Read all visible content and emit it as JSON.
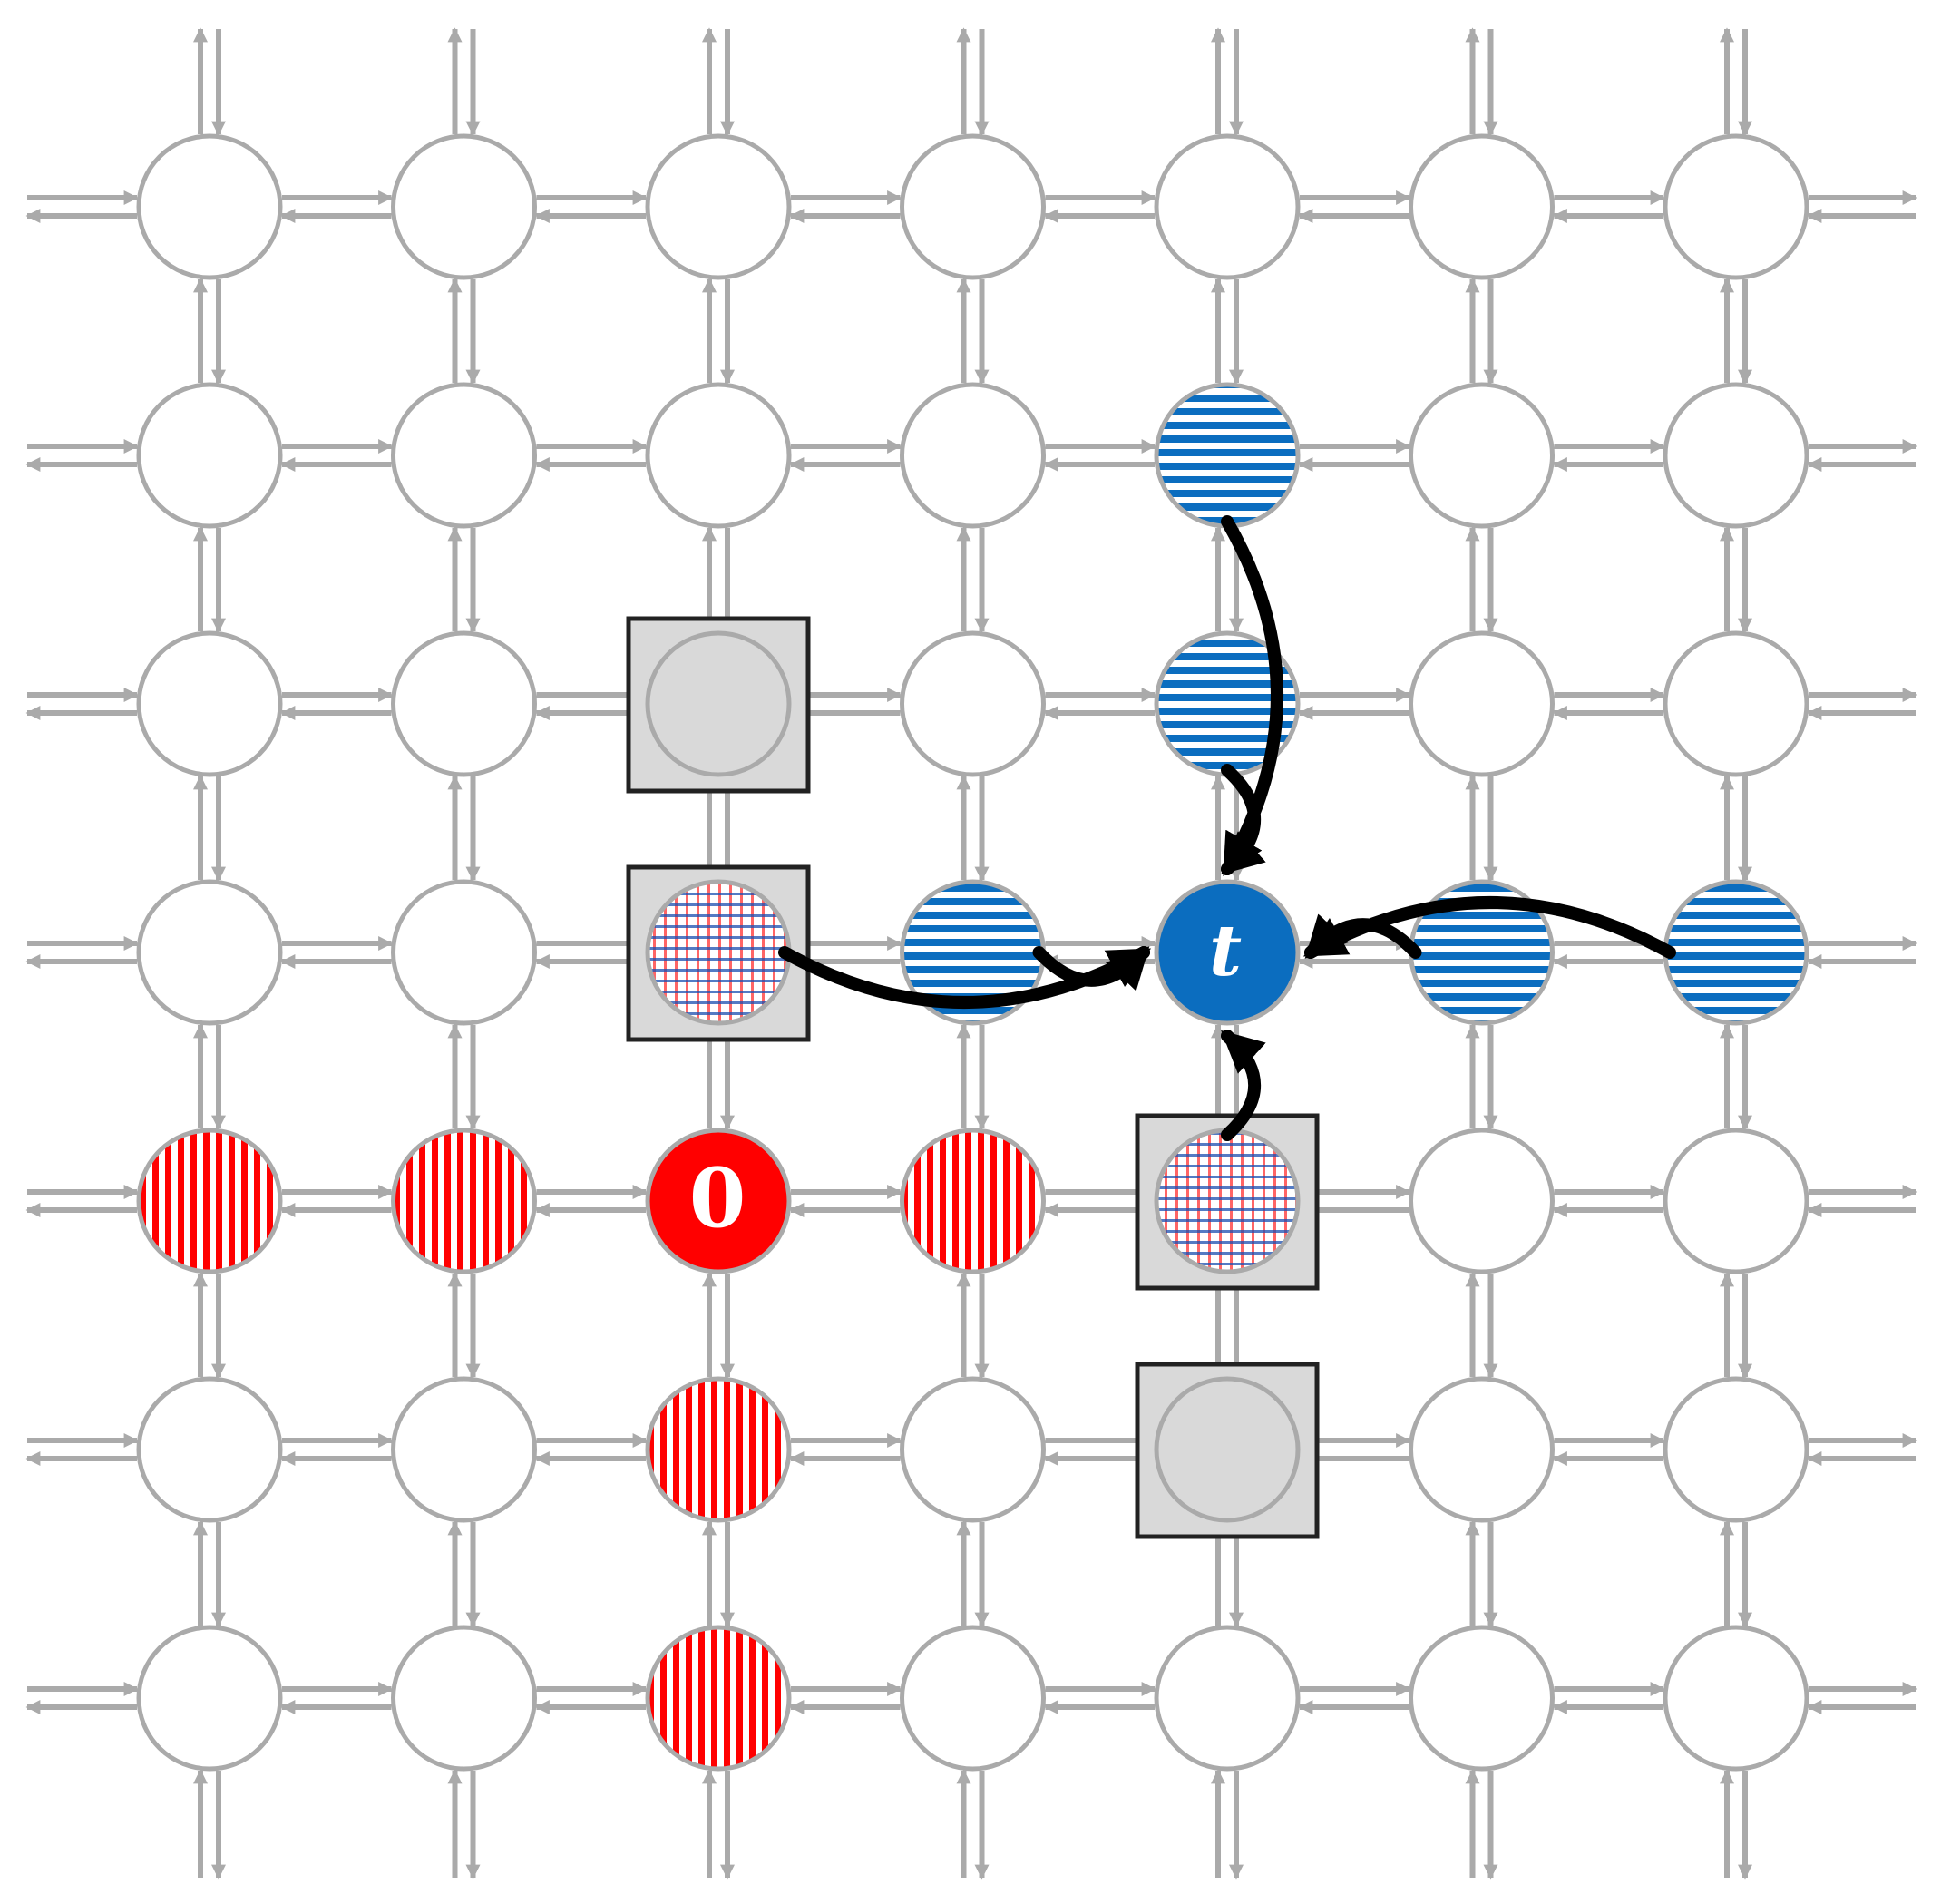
{
  "grid": {
    "rows": 7,
    "cols": 7
  },
  "colors": {
    "link": "#aaaaaa",
    "node_stroke": "#aaaaaa",
    "source_red": "#ff0000",
    "target_blue": "#0b6dbf",
    "box_fill": "#d9d9d9",
    "box_stroke": "#222222",
    "influence_arrow": "#000000"
  },
  "source": {
    "row": 4,
    "col": 2,
    "label": "0"
  },
  "target": {
    "row": 3,
    "col": 4,
    "label": "t"
  },
  "red_nodes": [
    {
      "row": 4,
      "col": 0
    },
    {
      "row": 4,
      "col": 1
    },
    {
      "row": 4,
      "col": 3
    },
    {
      "row": 5,
      "col": 2
    },
    {
      "row": 6,
      "col": 2
    }
  ],
  "blue_nodes": [
    {
      "row": 1,
      "col": 4
    },
    {
      "row": 2,
      "col": 4
    },
    {
      "row": 3,
      "col": 3
    },
    {
      "row": 3,
      "col": 5
    },
    {
      "row": 3,
      "col": 6
    }
  ],
  "checkered_nodes": [
    {
      "row": 3,
      "col": 2
    },
    {
      "row": 4,
      "col": 4
    }
  ],
  "gray_nodes": [
    {
      "row": 2,
      "col": 2
    },
    {
      "row": 5,
      "col": 4
    }
  ],
  "boxed_nodes": [
    {
      "row": 2,
      "col": 2
    },
    {
      "row": 3,
      "col": 2
    },
    {
      "row": 4,
      "col": 4
    },
    {
      "row": 5,
      "col": 4
    }
  ],
  "influence_edges": [
    {
      "from": {
        "row": 1,
        "col": 4
      },
      "to": {
        "row": 3,
        "col": 4
      }
    },
    {
      "from": {
        "row": 2,
        "col": 4
      },
      "to": {
        "row": 3,
        "col": 4
      }
    },
    {
      "from": {
        "row": 3,
        "col": 3
      },
      "to": {
        "row": 3,
        "col": 4
      }
    },
    {
      "from": {
        "row": 3,
        "col": 2
      },
      "to": {
        "row": 3,
        "col": 4
      }
    },
    {
      "from": {
        "row": 3,
        "col": 5
      },
      "to": {
        "row": 3,
        "col": 4
      }
    },
    {
      "from": {
        "row": 3,
        "col": 6
      },
      "to": {
        "row": 3,
        "col": 4
      }
    },
    {
      "from": {
        "row": 4,
        "col": 4
      },
      "to": {
        "row": 3,
        "col": 4
      }
    }
  ]
}
